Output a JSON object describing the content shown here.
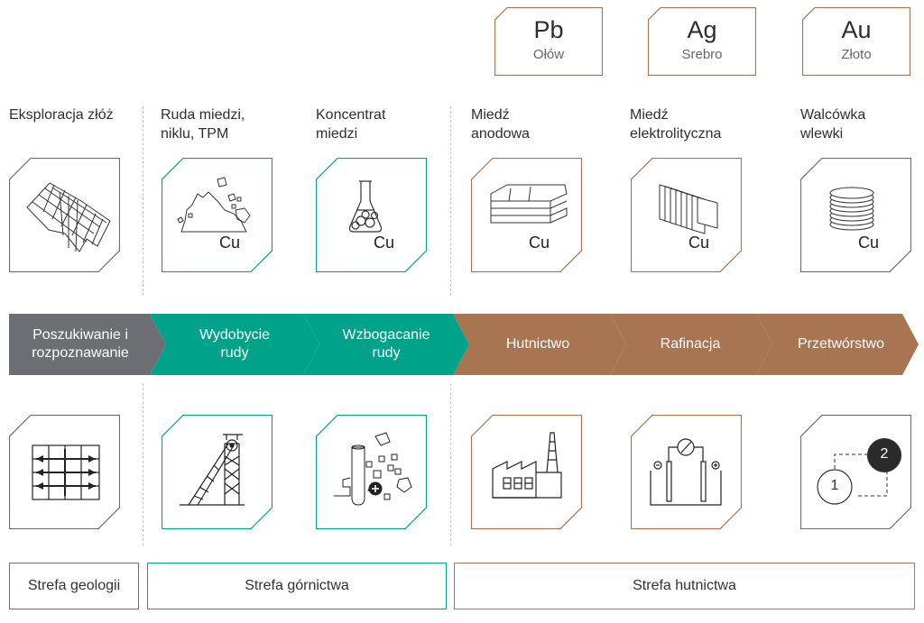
{
  "colors": {
    "grey": "#6d6e71",
    "green": "#00a389",
    "brown": "#a97452",
    "dark": "#2b2b2b"
  },
  "metals": [
    {
      "symbol": "Pb",
      "name": "Ołów"
    },
    {
      "symbol": "Ag",
      "name": "Srebro"
    },
    {
      "symbol": "Au",
      "name": "Złoto"
    }
  ],
  "products": [
    {
      "label": "Eksploracja złóż",
      "icon": "deposit-grid-icon",
      "cu": ""
    },
    {
      "label": "Ruda miedzi, niklu, TPM",
      "icon": "ore-pile-icon",
      "cu": "Cu"
    },
    {
      "label": "Koncentrat miedzi",
      "icon": "flask-icon",
      "cu": "Cu"
    },
    {
      "label": "Miedź anodowa",
      "icon": "anode-stack-icon",
      "cu": "Cu"
    },
    {
      "label": "Miedź elektrolityczna",
      "icon": "cathode-sheets-icon",
      "cu": "Cu"
    },
    {
      "label": "Walcówka wlewki",
      "icon": "wire-coil-icon",
      "cu": "Cu"
    }
  ],
  "stages": [
    {
      "label": "Poszukiwanie i rozpoznawanie"
    },
    {
      "label": "Wydobycie rudy"
    },
    {
      "label": "Wzbogacanie rudy"
    },
    {
      "label": "Hutnictwo"
    },
    {
      "label": "Rafinacja"
    },
    {
      "label": "Przetwórstwo"
    }
  ],
  "processes": [
    {
      "icon": "survey-grid-icon"
    },
    {
      "icon": "mine-shaft-icon"
    },
    {
      "icon": "flotation-icon"
    },
    {
      "icon": "smelter-icon"
    },
    {
      "icon": "electrolysis-icon"
    },
    {
      "icon": "step-one",
      "text": "1"
    },
    {
      "icon": "step-two",
      "text": "2"
    }
  ],
  "zones": [
    {
      "label": "Strefa geologii"
    },
    {
      "label": "Strefa górnictwa"
    },
    {
      "label": "Strefa hutnictwa"
    }
  ]
}
